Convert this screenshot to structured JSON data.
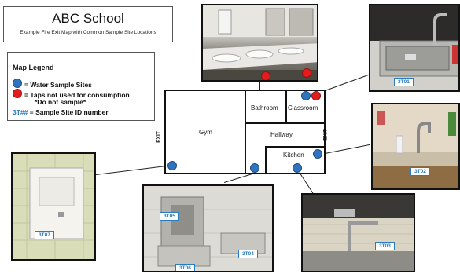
{
  "header": {
    "title": "ABC School",
    "subtitle": "Example Fire Exit Map with Common Sample Site Locations"
  },
  "legend": {
    "title": "Map Legend",
    "water_sites": "= Water Sample Sites",
    "taps_line1": "= Taps not used for consumption",
    "taps_line2": "*Do not sample*",
    "id_code": "3T##",
    "id_text": "= Sample Site ID number"
  },
  "colors": {
    "sample_site": "#2f74c0",
    "not_sample": "#e51c1c",
    "id_text": "#2a7bc0"
  },
  "rooms": {
    "gym": "Gym",
    "bathroom": "Bathroom",
    "classroom": "Classroom",
    "hallway": "Hallway",
    "kitchen": "Kitchen",
    "exit_left": "EXIT",
    "exit_right": "EXIT"
  },
  "photos": {
    "t01": "3T01",
    "t02": "3T02",
    "t03": "3T03",
    "t04": "3T04",
    "t05": "3T05",
    "t06": "3T06",
    "t07": "3T07"
  }
}
